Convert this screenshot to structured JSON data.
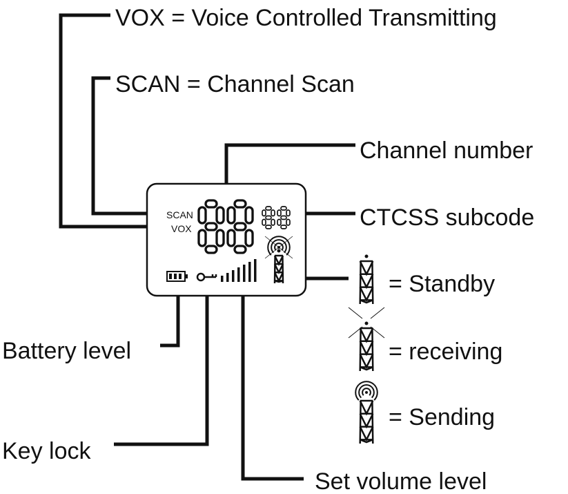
{
  "labels": {
    "vox": "VOX = Voice Controlled Transmitting",
    "scan": "SCAN = Channel Scan",
    "channel_number": "Channel number",
    "ctcss": "CTCSS subcode",
    "standby": "= Standby",
    "receiving": "= receiving",
    "sending": "= Sending",
    "battery": "Battery level",
    "key_lock": "Key lock",
    "volume": "Set volume level"
  },
  "lcd": {
    "scan_text": "SCAN",
    "vox_text": "VOX",
    "channel_digits": "88",
    "ctcss_digits": "88",
    "battery_bars": 3,
    "volume_bars": 7
  },
  "icons": [
    "battery-icon",
    "key-icon",
    "volume-bars-icon",
    "tower-standby-icon",
    "tower-receiving-icon",
    "tower-sending-icon"
  ]
}
